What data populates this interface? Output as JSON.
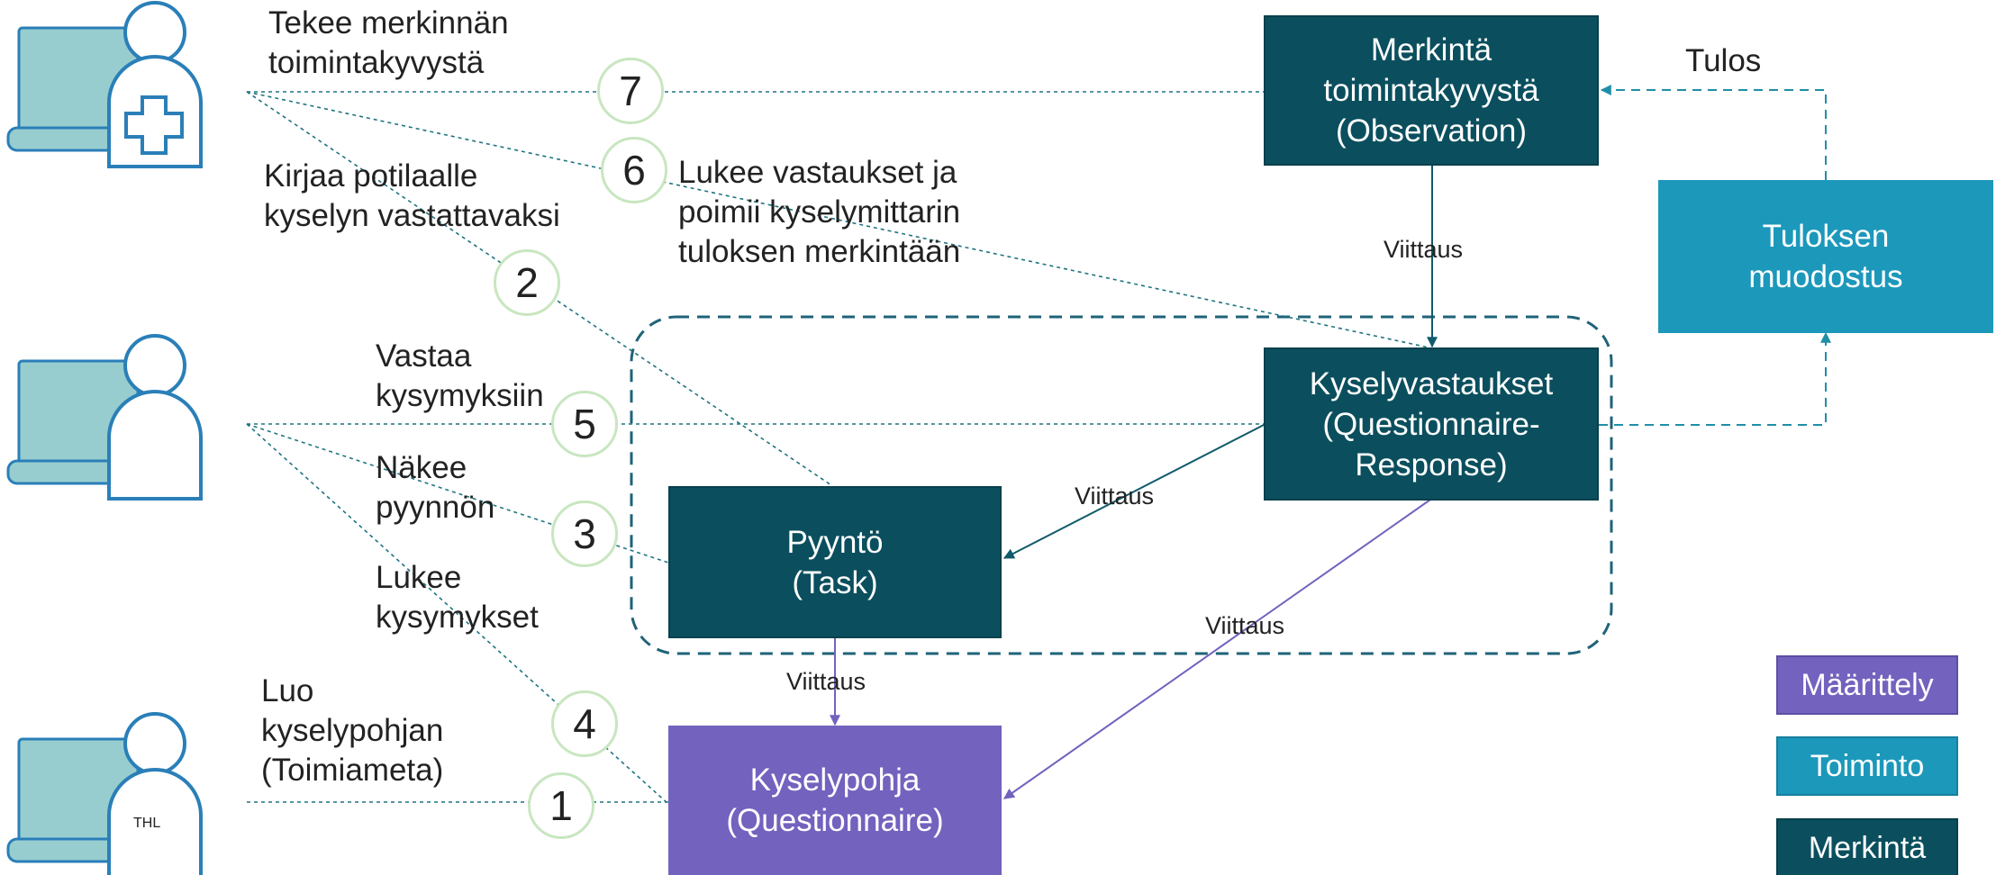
{
  "actors": {
    "professional": {
      "icon": "healthcare-professional-icon"
    },
    "patient": {
      "icon": "patient-icon"
    },
    "thl": {
      "icon": "thl-user-icon",
      "badge": "THL"
    }
  },
  "boxes": {
    "observation": {
      "line1": "Merkintä",
      "line2": "toimintakyvystä",
      "line3": "(Observation)",
      "color": "#0b4f5e"
    },
    "result_formation": {
      "line1": "Tuloksen",
      "line2": "muodostus",
      "color": "#1c98bb"
    },
    "questionnaire_response": {
      "line1": "Kyselyvastaukset",
      "line2": "(Questionnaire-",
      "line3": "Response)",
      "color": "#0b4f5e"
    },
    "task": {
      "line1": "Pyyntö",
      "line2": "(Task)",
      "color": "#0b4f5e"
    },
    "questionnaire": {
      "line1": "Kyselypohja",
      "line2": "(Questionnaire)",
      "color": "#7362be"
    }
  },
  "actions": {
    "a7": {
      "line1": "Tekee merkinnän",
      "line2": "toimintakyvystä"
    },
    "a2": {
      "line1": "Kirjaa potilaalle",
      "line2": "kyselyn vastattavaksi"
    },
    "a6": {
      "line1": "Lukee vastaukset ja",
      "line2": "poimii kyselymittarin",
      "line3": "tuloksen merkintään"
    },
    "a5": {
      "line1": "Vastaa",
      "line2": "kysymyksiin"
    },
    "a3": {
      "line1": "Näkee",
      "line2": "pyynnön"
    },
    "a4": {
      "line1": "Lukee",
      "line2": "kysymykset"
    },
    "a1": {
      "line1": "Luo",
      "line2": "kyselypohjan",
      "line3": "(Toimiameta)"
    }
  },
  "steps": [
    "7",
    "6",
    "2",
    "5",
    "3",
    "4",
    "1"
  ],
  "reference_labels": {
    "obs_to_qr": "Viittaus",
    "qr_to_task": "Viittaus",
    "qr_to_questionnaire": "Viittaus",
    "task_to_questionnaire": "Viittaus"
  },
  "result_label": "Tulos",
  "legend": [
    {
      "label": "Määrittely",
      "color": "#7362be"
    },
    {
      "label": "Toiminto",
      "color": "#1c98bb"
    },
    {
      "label": "Merkintä",
      "color": "#0b4f5e"
    }
  ],
  "colors": {
    "dashed_connector": "#1e7480",
    "reference_arrow_teal": "#0f5b6b",
    "reference_arrow_purple": "#7362be",
    "result_arrow": "#1f8fa8",
    "icon_screen": "#98cdcf",
    "icon_outline": "#2a7fb8",
    "step_border": "#c8e6c0"
  }
}
